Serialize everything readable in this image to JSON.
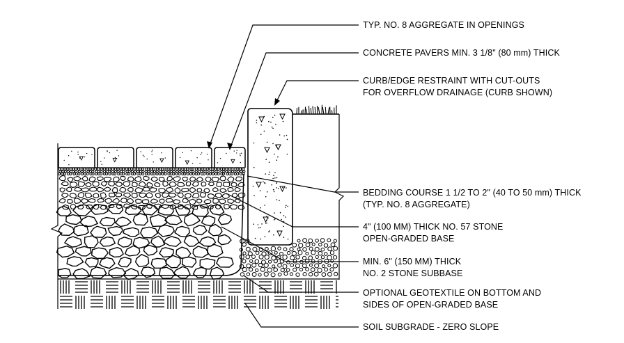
{
  "labels": {
    "aggregate_openings": "TYP. NO. 8 AGGREGATE IN OPENINGS",
    "concrete_pavers": "CONCRETE PAVERS MIN. 3 1/8\" (80 mm) THICK",
    "curb_line1": "CURB/EDGE RESTRAINT WITH CUT-OUTS",
    "curb_line2": "FOR OVERFLOW DRAINAGE (CURB SHOWN)",
    "bedding_line1": "BEDDING COURSE 1 1/2 TO 2\" (40 TO 50 mm) THICK",
    "bedding_line2": "(TYP. NO. 8 AGGREGATE)",
    "base_line1": "4\" (100 MM) THICK NO. 57 STONE",
    "base_line2": "OPEN-GRADED BASE",
    "subbase_line1": "MIN. 6\" (150 MM) THICK",
    "subbase_line2": "NO. 2 STONE SUBBASE",
    "geotextile_line1": "OPTIONAL GEOTEXTILE ON BOTTOM AND",
    "geotextile_line2": "SIDES OF OPEN-GRADED BASE",
    "soil_subgrade": "SOIL SUBGRADE - ZERO SLOPE"
  },
  "colors": {
    "ink": "#000000",
    "background": "#ffffff"
  }
}
